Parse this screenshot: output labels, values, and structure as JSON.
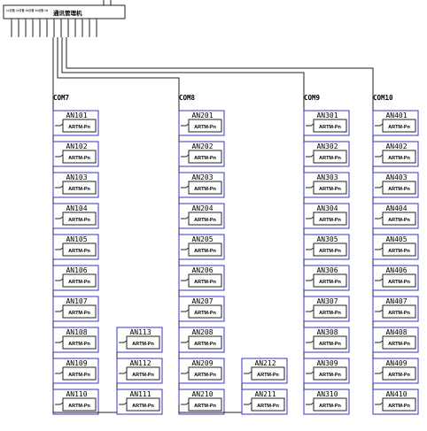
{
  "header": {
    "device_strip_label": "1#设备 2#设备 3#设备 4#设备 N#",
    "title": "通讯管理机"
  },
  "ports": [
    {
      "label": "COM7",
      "devices": [
        "AN101",
        "AN102",
        "AN103",
        "AN104",
        "AN105",
        "AN106",
        "AN107",
        "AN108",
        "AN109",
        "AN110"
      ],
      "branch": [
        "AN113",
        "AN112",
        "AN111"
      ]
    },
    {
      "label": "COM8",
      "devices": [
        "AN201",
        "AN202",
        "AN203",
        "AN204",
        "AN205",
        "AN206",
        "AN207",
        "AN208",
        "AN209",
        "AN210"
      ],
      "branch": [
        "AN212",
        "AN211"
      ]
    },
    {
      "label": "COM9",
      "devices": [
        "AN301",
        "AN302",
        "AN303",
        "AN304",
        "AN305",
        "AN306",
        "AN307",
        "AN308",
        "AN309",
        "AN310"
      ],
      "branch": []
    },
    {
      "label": "COM10",
      "devices": [
        "AN401",
        "AN402",
        "AN403",
        "AN404",
        "AN405",
        "AN406",
        "AN407",
        "AN408",
        "AN409",
        "AN410"
      ],
      "branch": []
    }
  ],
  "model_label": "ARTM-Pn",
  "colors": {
    "box_border": "#3333cc",
    "line": "#222222",
    "text": "#000000"
  }
}
